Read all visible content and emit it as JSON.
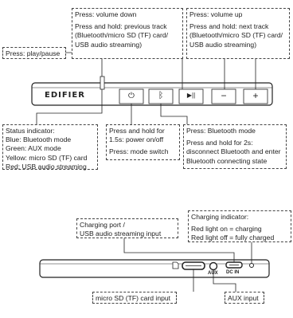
{
  "top_section": {
    "callouts": {
      "play_pause": {
        "lines": [
          "Press: play/pause"
        ]
      },
      "volume_down": {
        "lines": [
          "Press: volume down",
          "Press and hold: previous track (Bluetooth/micro SD (TF) card/ USB audio streaming)"
        ]
      },
      "volume_up": {
        "lines": [
          "Press: volume up",
          "Press and hold: next track (Bluetooth/micro SD (TF) card/ USB audio streaming)"
        ]
      },
      "status_indicator": {
        "lines": [
          "Status indicator:",
          "Blue: Bluetooth mode",
          "Green: AUX mode",
          "Yellow: micro SD (TF) card",
          "Red: USB audio streaming"
        ]
      },
      "power": {
        "lines": [
          "Press and hold for 1.5s: power on/off",
          "Press: mode switch"
        ]
      },
      "bluetooth": {
        "lines": [
          "Press: Bluetooth mode",
          "Press and hold for 2s: disconnect Bluetooth and enter Bluetooth connecting state"
        ]
      }
    },
    "device": {
      "brand": "EDIFIER",
      "icons": [
        "power-icon",
        "bluetooth-icon",
        "play-pause-icon",
        "minus-icon",
        "plus-icon"
      ]
    }
  },
  "bottom_section": {
    "callouts": {
      "charging_port": {
        "lines": [
          "Charging port /",
          "USB audio streaming input"
        ]
      },
      "charging_indicator": {
        "lines": [
          "Charging indicator:",
          "Red light on = charging",
          "Red light off = fully charged"
        ]
      },
      "micro_sd": {
        "lines": [
          "micro SD (TF) card input"
        ]
      },
      "aux": {
        "lines": [
          "AUX input"
        ]
      }
    },
    "device": {
      "aux_label": "AUX",
      "dc_label": "DC IN"
    }
  }
}
